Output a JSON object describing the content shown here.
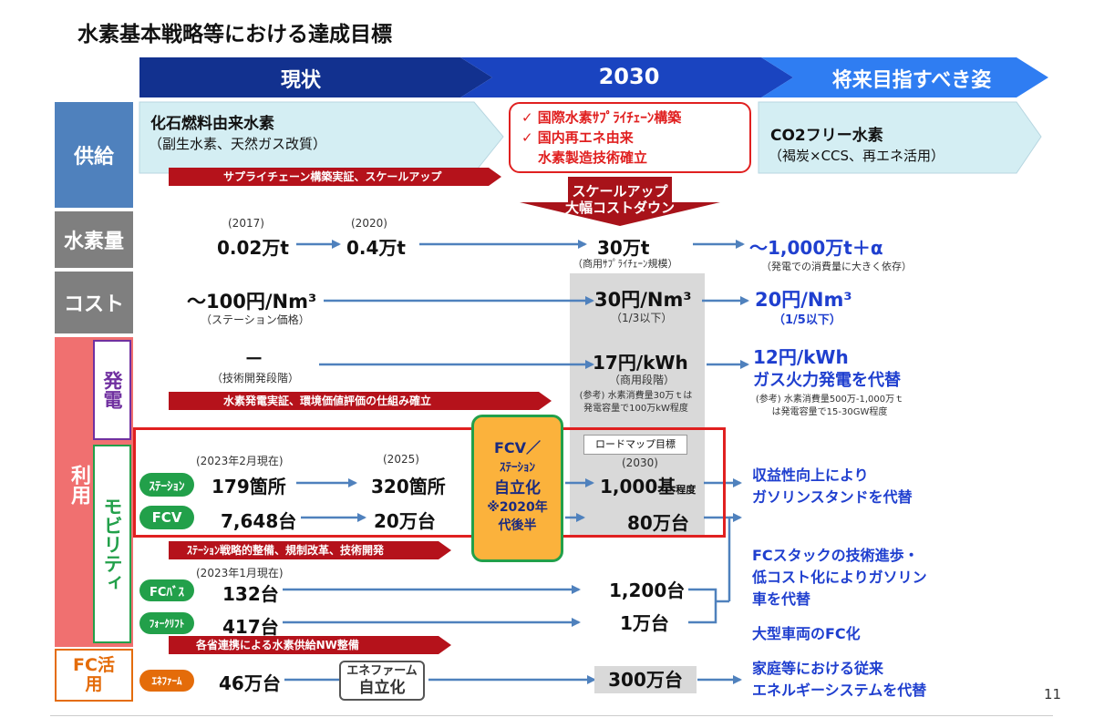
{
  "title": "水素基本戦略等における達成目標",
  "header": {
    "col1": "現状",
    "col2": "2030",
    "col3": "将来目指すべき姿"
  },
  "sidebar": {
    "supply": "供給",
    "amount": "水素量",
    "cost": "コスト",
    "use": "利用",
    "power": "発電",
    "mobility": "モビリティ",
    "fc_use": "FC活用"
  },
  "supply": {
    "current_title": "化石燃料由来水素",
    "current_sub": "（副生水素、天然ガス改質）",
    "goals_2030": [
      "✓ 国際水素ｻﾌﾟﾗｲﾁｪｰﾝ構築",
      "✓ 国内再エネ由来",
      "水素製造技術確立"
    ],
    "future_title": "CO2フリー水素",
    "future_sub": "（褐炭×CCS、再エネ活用）",
    "supply_chain_bar": "サプライチェーン構築実証、スケールアップ",
    "scaleup": [
      "スケールアップ",
      "大幅コストダウン"
    ]
  },
  "amount": {
    "y2017_label": "(2017)",
    "y2017_value": "0.02万t",
    "y2020_label": "(2020)",
    "y2020_value": "0.4万t",
    "v2030": "30万t",
    "v2030_note": "（商用ｻﾌﾟﾗｲﾁｪｰﾝ規模）",
    "future": "～1,000万t＋α",
    "future_note": "（発電での消費量に大きく依存）"
  },
  "cost": {
    "current": "～100円/Nm³",
    "current_note": "（ステーション価格）",
    "v2030": "30円/Nm³",
    "v2030_note": "（1/3以下）",
    "future": "20円/Nm³",
    "future_note": "（1/5以下）"
  },
  "power": {
    "current": "－",
    "current_note": "（技術開発段階）",
    "v2030": "17円/kWh",
    "v2030_note": "（商用段階）",
    "future_1": "12円/kWh",
    "future_2": "ガス火力発電を代替",
    "bar": "水素発電実証、環境価値評価の仕組み確立",
    "ref_2030": [
      "(参考) 水素消費量30万ｔは",
      "発電容量で100万kW程度"
    ],
    "ref_future": [
      "(参考) 水素消費量500万-1,000万ｔ",
      "は発電容量で15-30GW程度"
    ]
  },
  "mobility": {
    "header_current": "(2023年2月現在)",
    "header_2025": "(2025)",
    "roadmap": "ロードマップ目標",
    "header_2030": "(2030)",
    "station_tag": "ｽﾃｰｼｮﾝ",
    "station_current": "179箇所",
    "station_2025": "320箇所",
    "station_2030": "1,000基",
    "station_2030_suffix": "程度",
    "fcv_tag": "FCV",
    "fcv_current": "7,648台",
    "fcv_2025": "20万台",
    "fcv_2030": "80万台",
    "independence": [
      "FCV／",
      "ｽﾃｰｼｮﾝ",
      "自立化",
      "※2020年",
      "代後半"
    ],
    "future_station": [
      "収益性向上により",
      "ガソリンスタンドを代替"
    ],
    "bar": "ｽﾃｰｼｮﾝ戦略的整備、規制改革、技術開発",
    "bus_header": "(2023年1月現在)",
    "bus_tag": "FCﾊﾞｽ",
    "bus_current": "132台",
    "bus_2030": "1,200台",
    "fork_tag": "ﾌｫｰｸﾘﾌﾄ",
    "fork_current": "417台",
    "fork_2030": "1万台",
    "future_stack": [
      "FCスタックの技術進歩・",
      "低コスト化によりガソリン",
      "車を代替"
    ],
    "future_large": "大型車両のFC化",
    "nw_bar": "各省連携による水素供給NW整備"
  },
  "fc": {
    "ene_tag": "ｴﾈﾌｧｰﾑ",
    "current": "46万台",
    "independence": [
      "エネファーム",
      "自立化"
    ],
    "v2030": "300万台",
    "future": [
      "家庭等における従来",
      "エネルギーシステムを代替"
    ]
  },
  "page_number": "11",
  "colors": {
    "header_dark": "#12318f",
    "header_mid": "#1a44c0",
    "header_light": "#2f7df2",
    "sidebar_blue": "#4f81bd",
    "sidebar_gray": "#7f7f7f",
    "sidebar_red": "#f07070",
    "accent_red": "#e02020",
    "text_blue": "#1f3fcf"
  }
}
